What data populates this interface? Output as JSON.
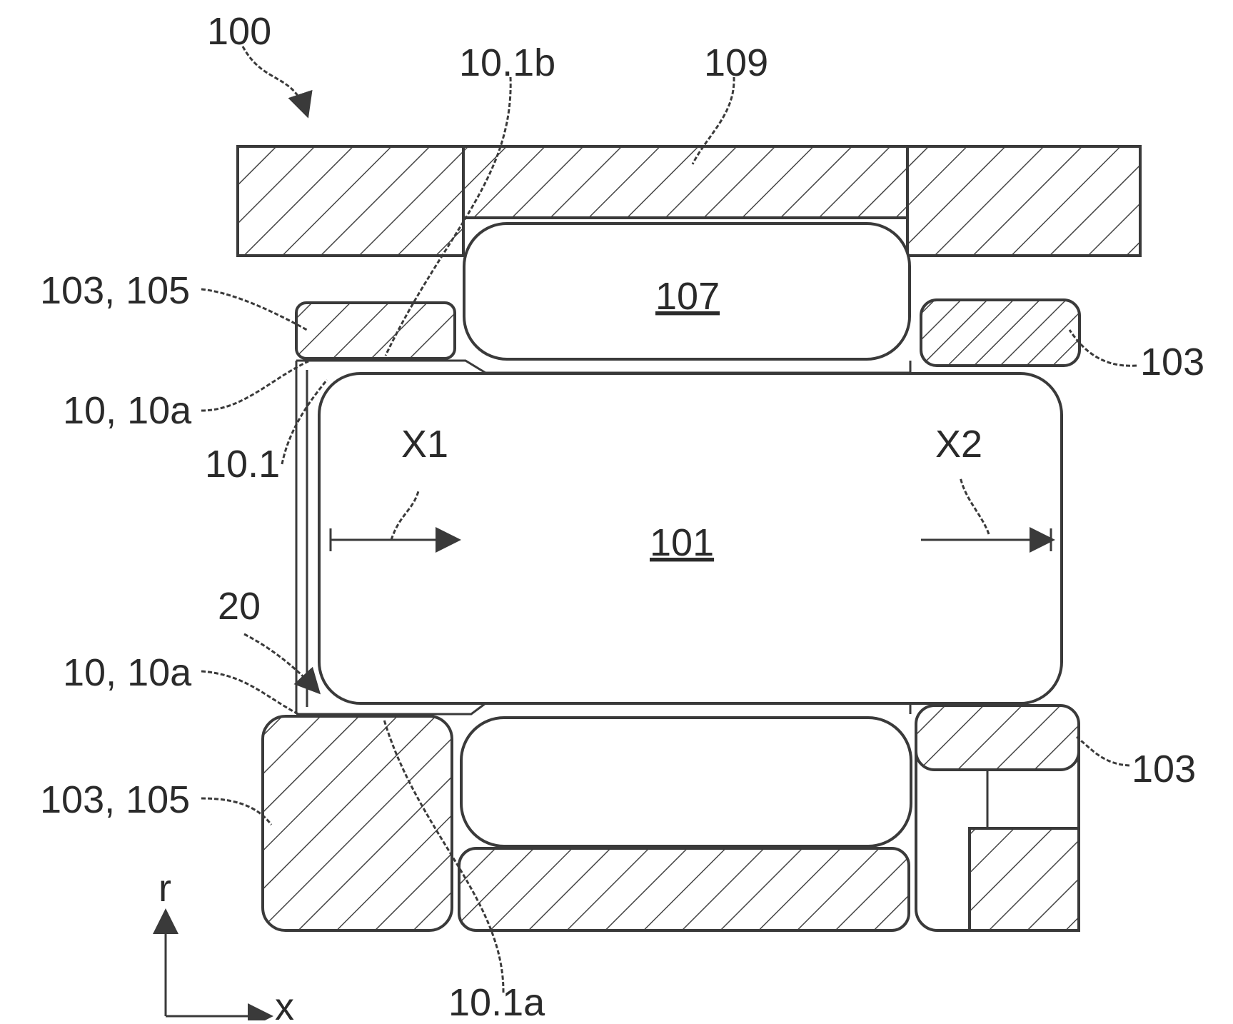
{
  "figure": {
    "labels": {
      "l100": "100",
      "l10_1b": "10.1b",
      "l109": "109",
      "l103_105_top": "103, 105",
      "l107": "107",
      "l103_right_top": "103",
      "l10_10a_top": "10, 10a",
      "l10_1": "10.1",
      "lX1": "X1",
      "lX2": "X2",
      "l101": "101",
      "l20": "20",
      "l10_10a_bottom": "10, 10a",
      "l103_right_bottom": "103",
      "l103_105_bottom": "103, 105",
      "l10_1a": "10.1a",
      "axis_r": "r",
      "axis_x": "x"
    }
  }
}
